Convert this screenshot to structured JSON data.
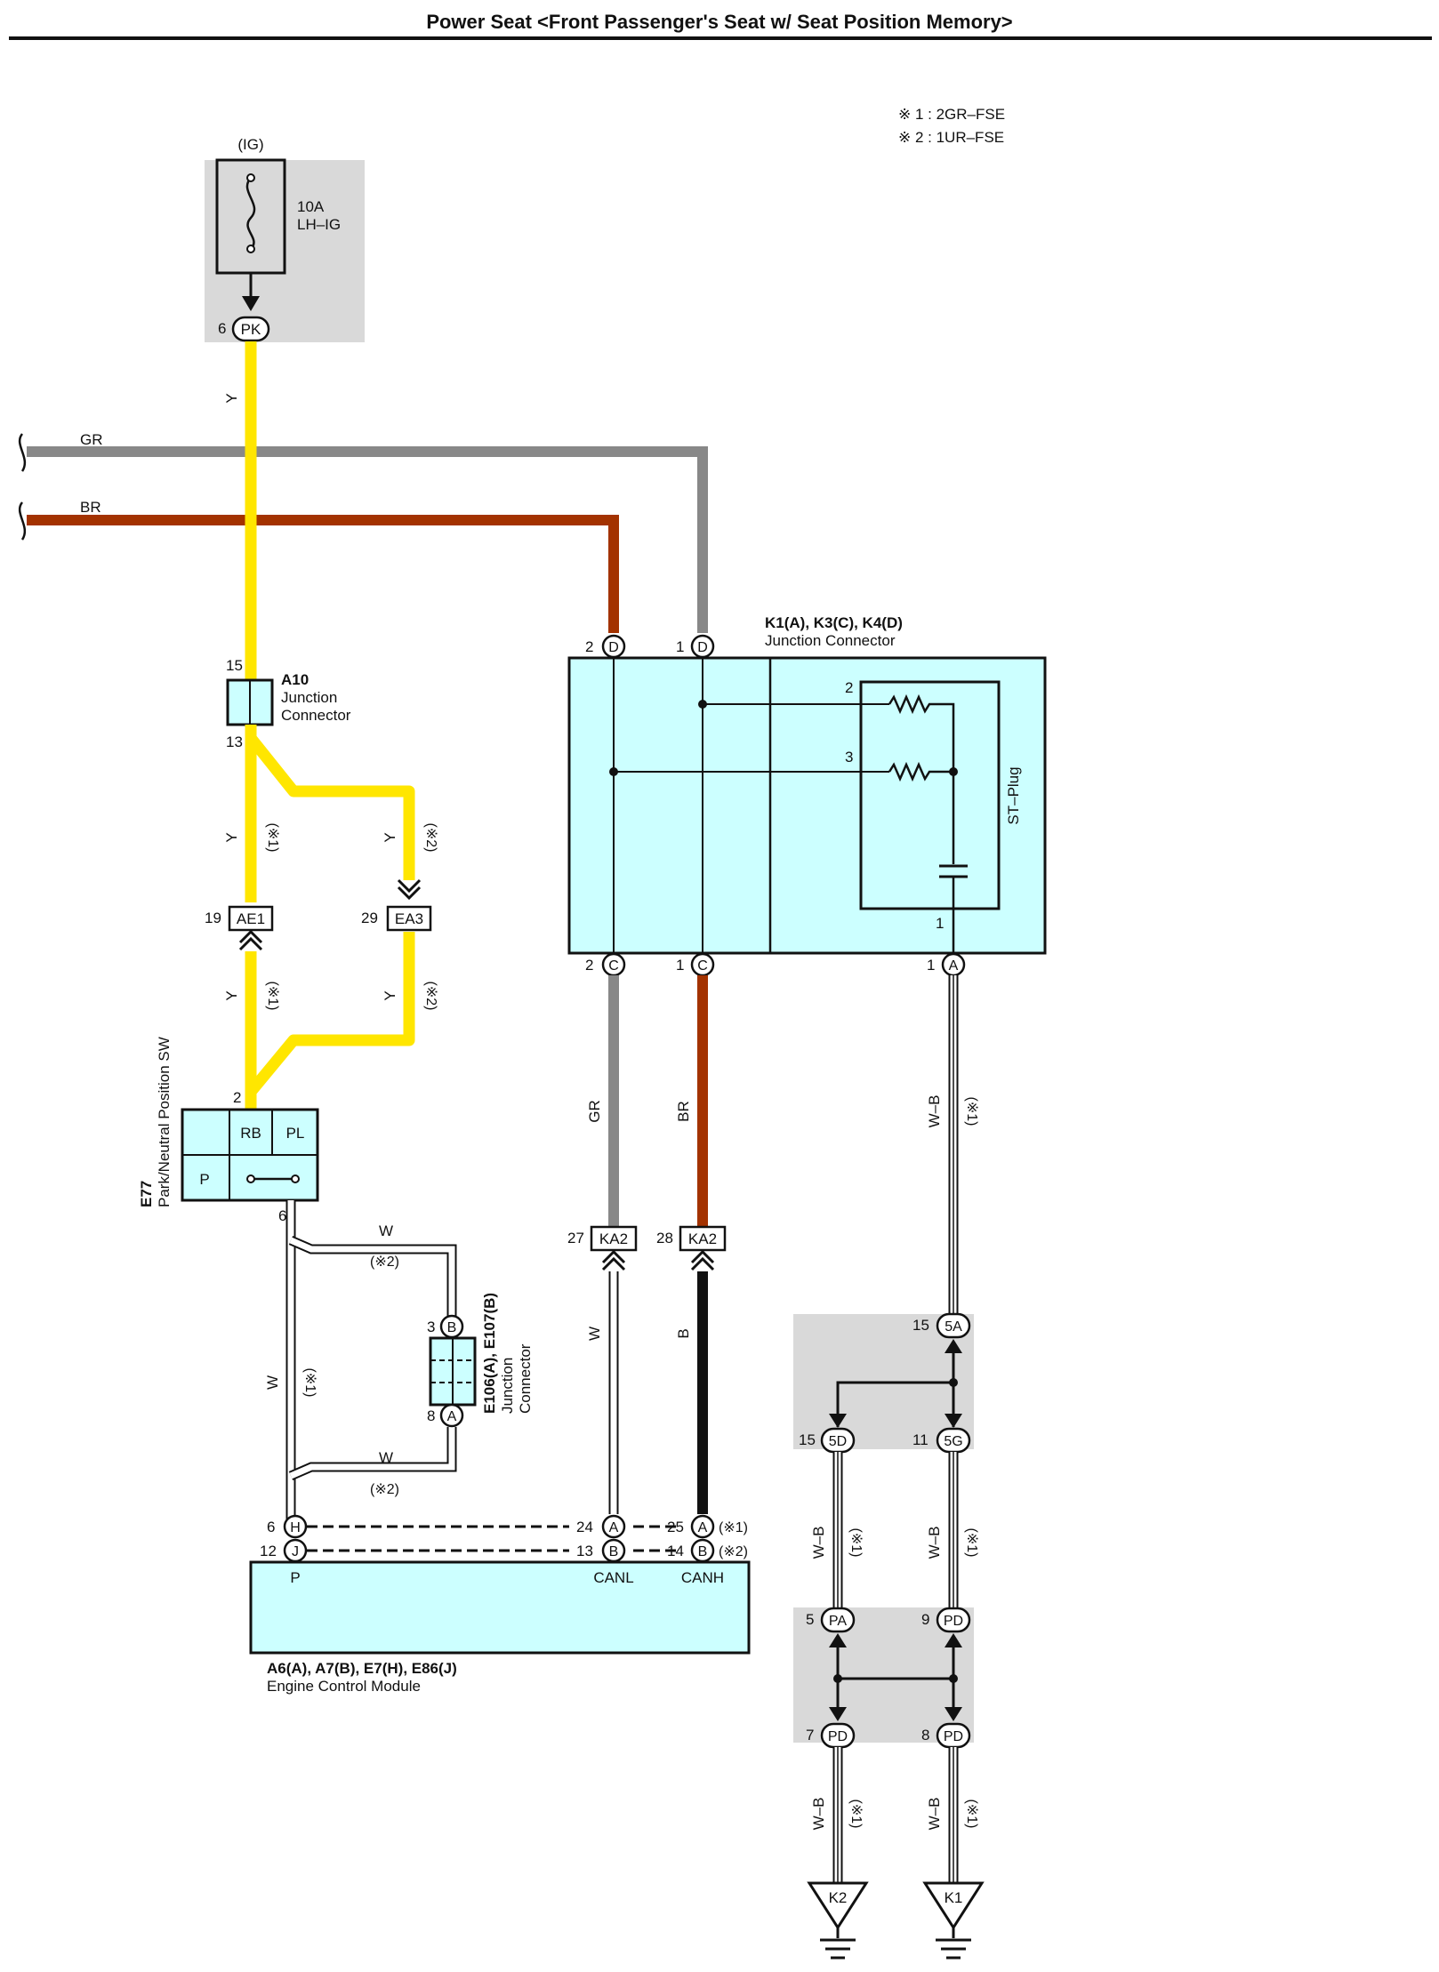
{
  "title": "Power Seat <Front Passenger's Seat w/ Seat Position Memory>",
  "legend": {
    "note1": "※ 1 : 2GR–FSE",
    "note2": "※ 2 : 1UR–FSE"
  },
  "fuse": {
    "supply": "(IG)",
    "rating": "10A",
    "name": "LH–IG",
    "pin": "6",
    "connector": "PK"
  },
  "wires": {
    "y": "Y",
    "gr": "GR",
    "br": "BR",
    "w": "W",
    "b": "B",
    "wb": "W–B",
    "note1": "(※1)",
    "note2": "(※2)"
  },
  "a10": {
    "id": "A10",
    "name1": "Junction",
    "name2": "Connector",
    "pin_in": "15",
    "pin_out": "13"
  },
  "ae1": {
    "pin": "19",
    "label": "AE1"
  },
  "ea3": {
    "pin": "29",
    "label": "EA3"
  },
  "e77": {
    "id": "E77",
    "name": "Park/Neutral Position SW",
    "pin_top": "2",
    "pin_bottom": "6",
    "rb": "RB",
    "pl": "PL",
    "p": "P"
  },
  "e106": {
    "id": "E106(A), E107(B)",
    "name1": "Junction",
    "name2": "Connector",
    "pin_b": "3",
    "conn_b": "B",
    "pin_a": "8",
    "conn_a": "A"
  },
  "k1": {
    "id": "K1(A), K3(C), K4(D)",
    "name": "Junction Connector",
    "plug": "ST–Plug",
    "d2": "2",
    "d1": "1",
    "conn_d": "D",
    "c2": "2",
    "c1": "1",
    "conn_c": "C",
    "a1": "1",
    "conn_a": "A",
    "r2": "2",
    "r3": "3",
    "cap": "1"
  },
  "ka2": {
    "pin27": "27",
    "pin28": "28",
    "label": "KA2"
  },
  "ecm": {
    "id": "A6(A), A7(B), E7(H), E86(J)",
    "name": "Engine Control Module",
    "h6": "6",
    "conn_h": "H",
    "j12": "12",
    "conn_j": "J",
    "p": "P",
    "p24": "24",
    "p13": "13",
    "p25": "25",
    "p14": "14",
    "conn_a": "A",
    "conn_b": "B",
    "canl": "CANL",
    "canh": "CANH"
  },
  "joints": {
    "p15": "15",
    "c5a": "5A",
    "p15b": "15",
    "c5d": "5D",
    "p11": "11",
    "c5g": "5G",
    "p5": "5",
    "cpa": "PA",
    "p9": "9",
    "cpd": "PD",
    "p7": "7",
    "cpd2": "PD",
    "p8": "8",
    "cpd3": "PD"
  },
  "grounds": {
    "k2": "K2",
    "k1": "K1"
  }
}
